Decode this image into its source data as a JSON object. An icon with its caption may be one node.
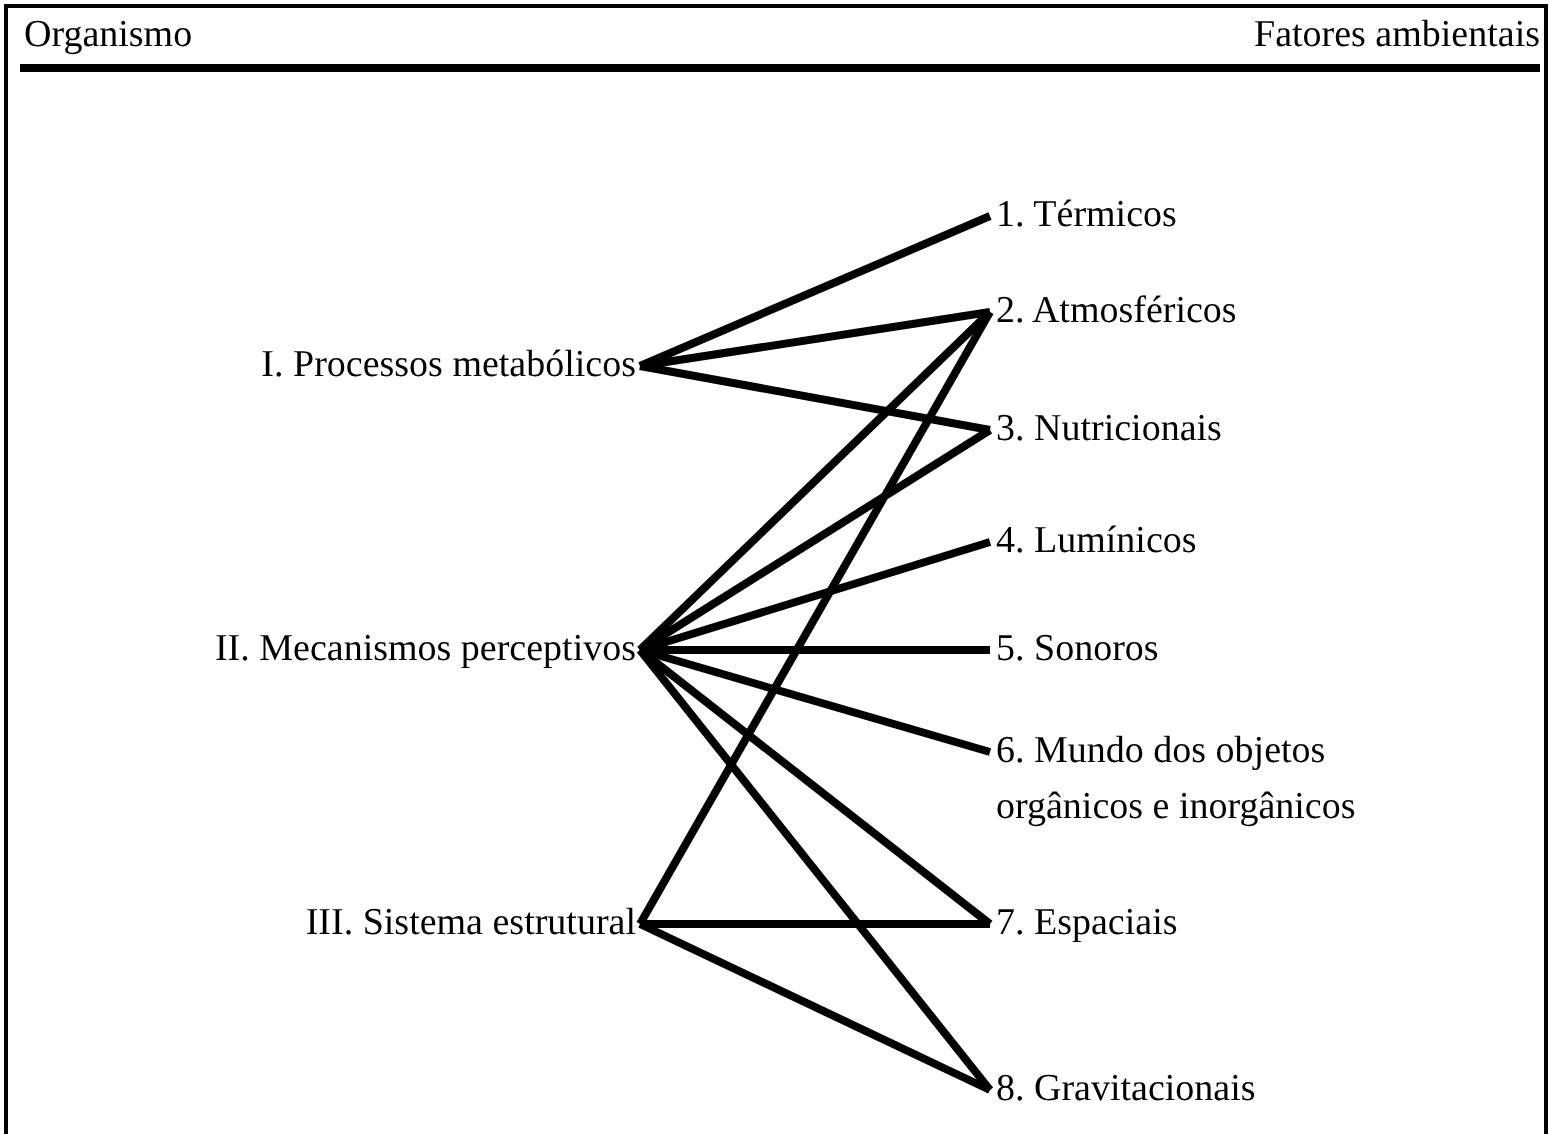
{
  "diagram": {
    "nodes": [
      {
        "text": [
          "I. Processos metabólicos"
        ]
      },
      {
        "text": [
          "II. Mecanismos perceptivos"
        ]
      },
      {
        "text": [
          "III. Sistema estrutural"
        ]
      },
      {
        "text": [
          "1. Térmicos"
        ]
      },
      {
        "text": [
          "2. Atmosféricos"
        ]
      },
      {
        "text": [
          "3. Nutricionais"
        ]
      },
      {
        "text": [
          "4. Lumínicos"
        ]
      },
      {
        "text": [
          "5. Sonoros"
        ]
      },
      {
        "text": [
          "6. Mundo dos objetos orgânicos e inorgânicos"
        ]
      },
      {
        "text": [
          "7. Espaciais"
        ]
      },
      {
        "text": [
          "8. Gravitacionais"
        ]
      }
    ],
    "edges": [
      {
        "from": 0,
        "to": 3,
        "arrow": "none"
      },
      {
        "from": 0,
        "to": 4,
        "arrow": "none"
      },
      {
        "from": 0,
        "to": 5,
        "arrow": "none"
      },
      {
        "from": 1,
        "to": 4,
        "arrow": "none"
      },
      {
        "from": 1,
        "to": 5,
        "arrow": "none"
      },
      {
        "from": 1,
        "to": 6,
        "arrow": "none"
      },
      {
        "from": 1,
        "to": 7,
        "arrow": "none"
      },
      {
        "from": 1,
        "to": 8,
        "arrow": "none"
      },
      {
        "from": 1,
        "to": 9,
        "arrow": "none"
      },
      {
        "from": 1,
        "to": 10,
        "arrow": "none"
      },
      {
        "from": 2,
        "to": 4,
        "arrow": "none"
      },
      {
        "from": 2,
        "to": 9,
        "arrow": "none"
      },
      {
        "from": 2,
        "to": 10,
        "arrow": "none"
      }
    ],
    "labels": [
      "Organismo",
      "Fatores ambientais"
    ]
  }
}
